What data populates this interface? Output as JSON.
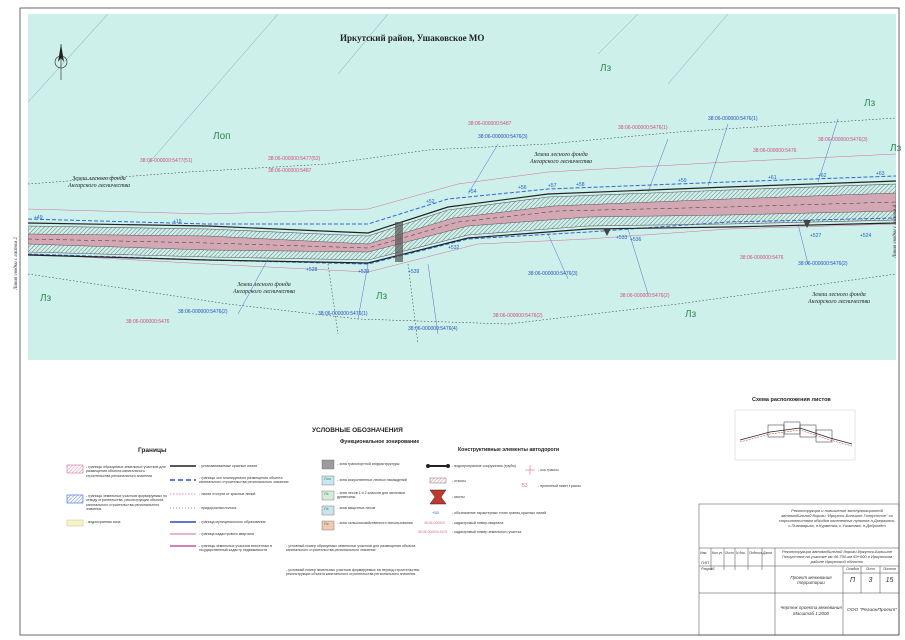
{
  "title": "Иркутский район, Ушаковское МО",
  "map": {
    "zones": [
      {
        "label": "Лз"
      },
      {
        "label": "Лоп"
      },
      {
        "label": "Лз"
      },
      {
        "label": "Лз"
      },
      {
        "label": "Лз"
      },
      {
        "label": "Лз"
      },
      {
        "label": "Лз"
      }
    ],
    "forest_labels": [
      "Земли лесного фонда\nАнгарского лесничества",
      "Земли лесного фонда\nАнгарского лесничества",
      "Земли лесного фонда\nАнгарского лесничества",
      "Земли лесного фонда\nАнгарского лесничества"
    ],
    "cadastral_red": [
      "38:06-000000:5477(51)",
      "38:06-000000:5477(52)",
      "38:06-000000:5487",
      "38:06-000000:5487",
      "38:06-000000:5476",
      "38:06-000000:5476",
      "38:06-000000:5476(2)",
      "38:06-000000:5476(2)",
      "38:06-000000:5476(3)",
      "38:06-000000:5476",
      "38:06-000000:5476(1)"
    ],
    "cadastral_blue": [
      "38:06-000000:5476(3)",
      "38:06-000000:5476(2)",
      "38:06-000000:5476(1)",
      "38:06-000000:5476(4)",
      "38:06-000000:5476(1)",
      "38:06-000000:5476(3)",
      "38:06-000000:5476(2)"
    ],
    "pickets_top": [
      "+49",
      "+19",
      "+52",
      "+54",
      "+56",
      "+57",
      "+58",
      "+59",
      "+61",
      "+62",
      "+63"
    ],
    "pickets_bottom": [
      "+528",
      "+529",
      "+532",
      "+533",
      "+536",
      "+539",
      "+527",
      "+524"
    ],
    "side_left": "Линия сводки с листом 2",
    "side_right": "Линия сводки с листом 4"
  },
  "legend": {
    "title": "УСЛОВНЫЕ ОБОЗНАЧЕНИЯ",
    "col_borders": "Границы",
    "col_functional": "Функциональное зонирование",
    "col_construct": "Конструктивные элементы автодороги",
    "borders": [
      "- границы образуемых земельных участков для размещения объекта капитального строительства регионального значения",
      "- границы земельных участков формируемых по отводу строительства, реконструкции объекта капитального строительства регионального значения",
      "- водоохранная зона"
    ],
    "lines": [
      "- устанавливаемые красные линии",
      "- границы зон планируемого размещения объекта капитального строительства регионального значения",
      "- линии отступа от красных линий",
      "- придорожная полоса",
      "- граница муниципального образования",
      "- граница кадастрового квартала",
      "- границы земельных участков внесенных в государственный кадастр недвижимости"
    ],
    "functional": [
      "- зона транспортной инфраструктуры",
      "- зона искусственных лесных насаждений",
      "- зона лесов 1 и 2 классов для заготовки древесины",
      "- зона защитных лесов",
      "- зона сельскохозяйственного использования"
    ],
    "functional_codes": [
      "Лз",
      "Лоп",
      "Лз",
      "Лз",
      "Лс"
    ],
    "numbering": [
      "- условный номер образуемых земельных участков для размещения объекта капитального строительства регионального значения",
      "- условный номер земельных участков формируемых на период строительства, реконструкции объекта капитального строительства регионального значения"
    ],
    "construct": [
      "- водопропускные сооружения (трубы)",
      "- откосы",
      "- мосты",
      "- обозначение характерных точек границ красных линий",
      "- кадастровый номер квартала",
      "- кадастровый номер земельного участка"
    ],
    "construct_right": [
      "- ось трассы",
      "- проектный пикет трассы"
    ],
    "codes": [
      "38:06-000000",
      "38:06-000000:5476",
      "+53",
      "53"
    ]
  },
  "scheme": {
    "title": "Схема расположения листов"
  },
  "stamp": {
    "project": "Реконструкция и повышение эксплуатационной автомобильной дороги \"Иркутск-Большое Голоустное\" со строительством обходов населенных пунктов п.Дзержинск, с.Пивовариха, п.Курменка, с.Ушаковка, п.Добролёт",
    "object": "Реконструкция автомобильной дороги Иркутск-Большое Голоустное на участке км 46-700-км 59+000 в Иркутском районе Иркутской области",
    "drawing": "Проект межевания территории",
    "sheet_title": "Чертеж проекта межевания\nМасштаб 1:2000",
    "company": "ООО \"РегионПроект\"",
    "stage_label": "Стадия",
    "sheet_label": "Лист",
    "sheets_label": "Листов",
    "stage": "П",
    "sheet": "3",
    "sheets": "15",
    "headers": [
      "Изм.",
      "Кол.уч",
      "Лист",
      "N док.",
      "Подпись",
      "Дата"
    ],
    "roles": [
      "ГИП",
      "Разраб."
    ]
  },
  "colors": {
    "map_bg": "#cdf0eb",
    "road_asphalt": "#9c9c9c",
    "road_edge": "#7a7a7a",
    "red_line": "#222222",
    "zone_blue": "#3464d8",
    "pink": "#d96b9a",
    "green": "#2f8a57"
  }
}
